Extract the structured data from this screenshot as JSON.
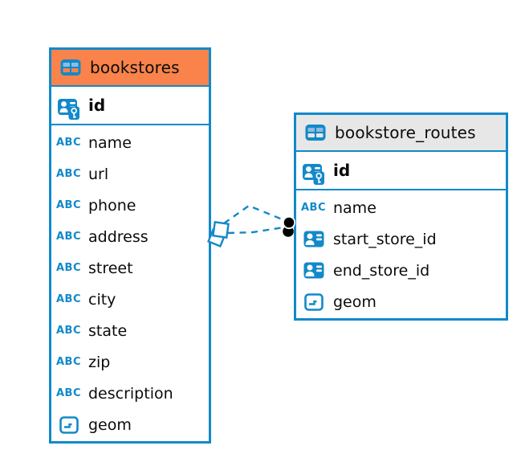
{
  "colors": {
    "accent_blue": "#1289CA",
    "bookstores_header": "#F9834A",
    "routes_header": "#E7E7E7",
    "icon_cell_light_blue": "#8FBCE0",
    "relation_line": "#1289CA",
    "text": "#0b0b0b"
  },
  "icons": {
    "text_type_label": "ABC",
    "table_icon": "table-grid",
    "primary_key_icon": "person-card-with-key",
    "reference_icon": "person-card",
    "geometry_icon": "rounded-square-dash",
    "relation_start_marker": "stacked-diamonds",
    "relation_end_marker": "stacked-filled-circles"
  },
  "tables": [
    {
      "name": "bookstores",
      "header_color": "#F9834A",
      "primary_key": "id",
      "columns": [
        {
          "name": "name",
          "type": "text"
        },
        {
          "name": "url",
          "type": "text"
        },
        {
          "name": "phone",
          "type": "text"
        },
        {
          "name": "address",
          "type": "text"
        },
        {
          "name": "street",
          "type": "text"
        },
        {
          "name": "city",
          "type": "text"
        },
        {
          "name": "state",
          "type": "text"
        },
        {
          "name": "zip",
          "type": "text"
        },
        {
          "name": "description",
          "type": "text"
        },
        {
          "name": "geom",
          "type": "geometry"
        }
      ]
    },
    {
      "name": "bookstore_routes",
      "header_color": "#E7E7E7",
      "primary_key": "id",
      "columns": [
        {
          "name": "name",
          "type": "text"
        },
        {
          "name": "start_store_id",
          "type": "reference"
        },
        {
          "name": "end_store_id",
          "type": "reference"
        },
        {
          "name": "geom",
          "type": "geometry"
        }
      ]
    }
  ],
  "relationships": [
    {
      "from_table": "bookstore_routes",
      "to_table": "bookstores",
      "line_style": "dashed"
    },
    {
      "from_table": "bookstore_routes",
      "to_table": "bookstores",
      "line_style": "dashed"
    }
  ]
}
